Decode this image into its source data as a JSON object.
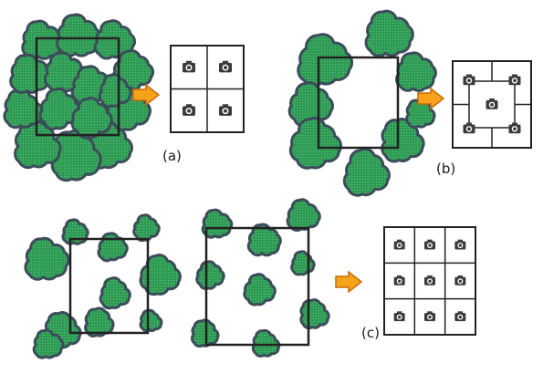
{
  "panels": {
    "a": {
      "label": "(a)",
      "grid_rows": 2,
      "grid_cols": 2
    },
    "b": {
      "label": "(b)",
      "grid_rows": 3,
      "grid_cols": 3,
      "cameras": 5
    },
    "c": {
      "label": "(c)",
      "grid_rows": 3,
      "grid_cols": 3
    }
  },
  "colors": {
    "canopy_fill": "#2e9a54",
    "canopy_outline": "#3b4c5a",
    "arrow_fill": "#f6a21a",
    "arrow_outline": "#c86b0a",
    "frame": "#222222"
  },
  "icons": {
    "camera": "camera-icon",
    "tree": "tree-canopy-icon",
    "arrow": "arrow-right-icon"
  }
}
